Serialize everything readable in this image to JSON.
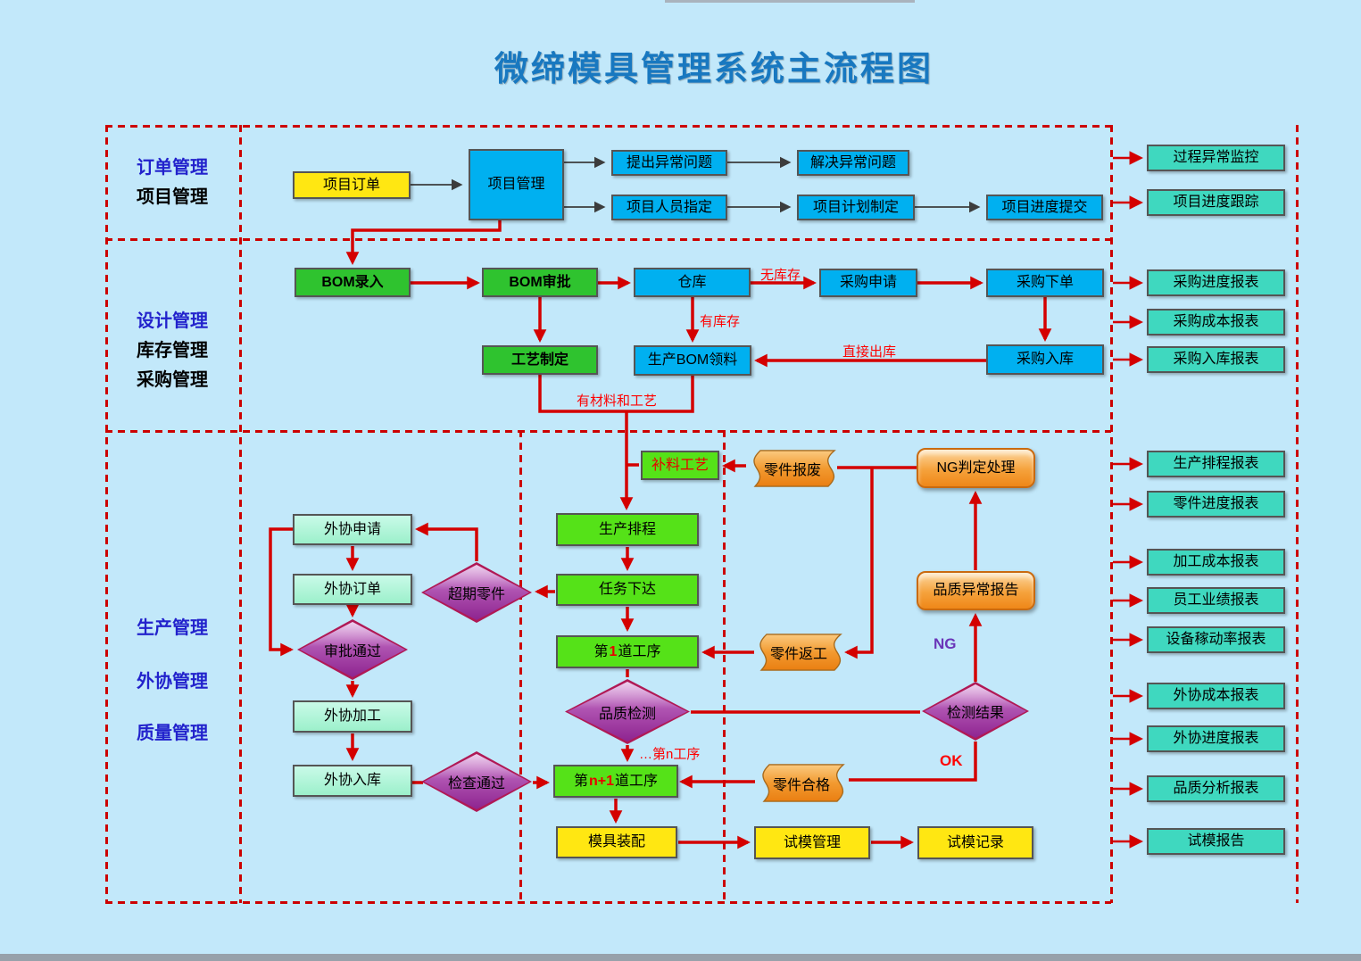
{
  "title": "微缔模具管理系统主流程图",
  "side": {
    "s1": [
      "订单管理",
      "项目管理"
    ],
    "s2": [
      "设计管理",
      "库存管理",
      "采购管理"
    ],
    "s3": [
      "生产管理",
      "外协管理",
      "质量管理"
    ]
  },
  "nodes": {
    "xmdd": "项目订单",
    "xmgl": "项目管理",
    "tcyc": "提出异常问题",
    "jjyc": "解决异常问题",
    "xmry": "项目人员指定",
    "xmjh": "项目计划制定",
    "xmjd": "项目进度提交",
    "bomlr": "BOM录入",
    "bomsp": "BOM审批",
    "cangku": "仓库",
    "cgsq": "采购申请",
    "cgxd": "采购下单",
    "cgrk": "采购入库",
    "gyzd": "工艺制定",
    "scbom": "生产BOM领料",
    "blgy": "补料工艺",
    "ljbf": "零件报废",
    "ngpd": "NG判定处理",
    "pzyc": "品质异常报告",
    "jcjg": "检测结果",
    "ljfg": "零件返工",
    "ljhg": "零件合格",
    "scpc": "生产排程",
    "rwxd": "任务下达",
    "gx1": {
      "pre": "第",
      "num": "1",
      "post": "道工序"
    },
    "pzjc": "品质检测",
    "gxn": {
      "pre": "第",
      "num": "n+1",
      "post": "道工序"
    },
    "mjzp": "模具装配",
    "smgl": "试模管理",
    "smjl": "试模记录",
    "wxsq": "外协申请",
    "wxdd": "外协订单",
    "sppass": "审批通过",
    "wxjg": "外协加工",
    "wxrk": "外协入库",
    "cqlj": "超期零件",
    "jcpass": "检查通过"
  },
  "reports": [
    "过程异常监控",
    "项目进度跟踪",
    "采购进度报表",
    "采购成本报表",
    "采购入库报表",
    "生产排程报表",
    "零件进度报表",
    "加工成本报表",
    "员工业绩报表",
    "设备稼动率报表",
    "外协成本报表",
    "外协进度报表",
    "品质分析报表",
    "试模报告"
  ],
  "edge_labels": {
    "no_stock": "无库存",
    "has_stock": "有库存",
    "direct_out": "直接出库",
    "mat_ready": "有材料和工艺",
    "nth": "…第n工序",
    "ng": "NG",
    "ok": "OK"
  },
  "colors": {
    "background": "#c2e8fa",
    "cyan_box": "#00b0f0",
    "green_box": "#2fc32f",
    "bright_green_box": "#55e218",
    "mint_box": "#a6f2d0",
    "teal_box": "#3fd8bf",
    "yellow_box": "#ffe712",
    "orange_shape": "#f08a1d",
    "purple_diamond": "#a545a8",
    "red_line": "#d40000",
    "dashed_border": "#cc0000",
    "title_blue": "#1878c0",
    "label_blue": "#2222cc"
  }
}
